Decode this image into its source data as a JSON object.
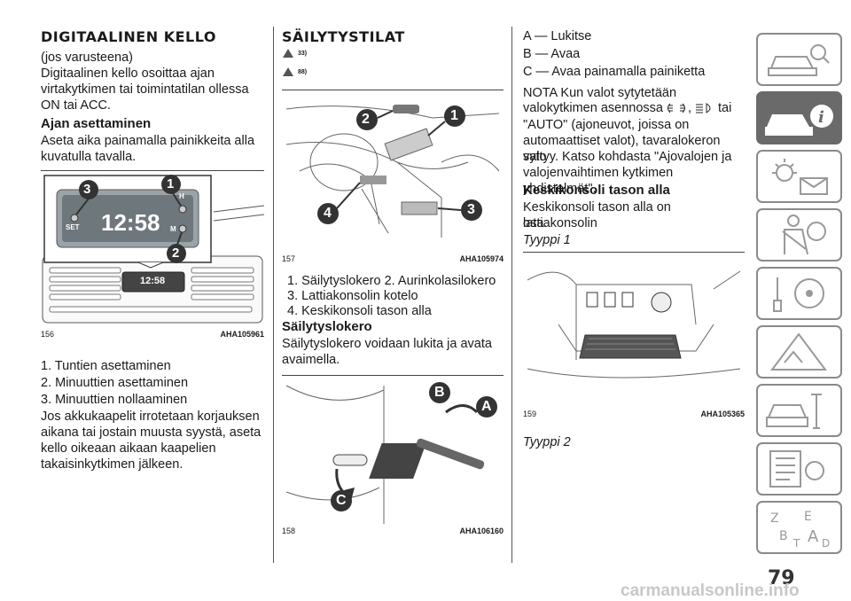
{
  "left": {
    "title": "DIGITAALINEN KELLO",
    "p1": "(jos varusteena)",
    "p2a": "Digitaalinen kello osoittaa ajan",
    "p2b": "virtakytkimen tai toimintatilan ollessa",
    "p2c": "ON tai ACC.",
    "h_set": "Ajan asettaminen",
    "p3a": "Aseta aika painamalla painikkeita alla",
    "p3b": "kuvatulla tavalla.",
    "fig_num": "156",
    "fig_code": "AHA105961",
    "clock_big": "12:58",
    "clock_small": "12:58",
    "set_label": "SET",
    "h_label": "H",
    "m_label": "M",
    "c1": "3",
    "c2": "1",
    "c3": "2",
    "li1": "1. Tuntien asettaminen",
    "li2": "2. Minuuttien asettaminen",
    "li3": "3. Minuuttien nollaaminen",
    "p4a": "Jos akkukaapelit irrotetaan korjauksen",
    "p4b": "aikana tai jostain muusta syystä, aseta",
    "p4c": "kello oikeaan aikaan kaapelien",
    "p4d": "takaisinkytkimen jälkeen."
  },
  "middle": {
    "title": "SÄILYTYSTILAT",
    "warn1": "33)",
    "warn2": "88)",
    "fig1_num": "157",
    "fig1_code": "AHA105974",
    "c1": "2",
    "c2": "1",
    "c3": "4",
    "c4": "3",
    "legend1": "1. Säilytyslokero  2. Aurinkolasilokero",
    "legend2": "3. Lattiakonsolin kotelo",
    "legend3": "4. Keskikonsoli tason alla",
    "h_locker": "Säilytyslokero",
    "p_locker_a": "Säilytyslokero voidaan lukita ja avata",
    "p_locker_b": "avaimella.",
    "fig2_num": "158",
    "fig2_code": "AHA106160",
    "lbl_a": "A",
    "lbl_b": "B",
    "lbl_c": "C"
  },
  "right": {
    "a": "A — Lukitse",
    "b": "B — Avaa",
    "c": "C — Avaa painamalla painiketta",
    "note1": "NOTA   Kun valot sytytetään",
    "note2a": "valokytkimen asennossa",
    "note2b": ",",
    "note2c": "tai",
    "note3": "\"AUTO\" (ajoneuvot, joissa on",
    "note4": "automaattiset valot), tavaralokeron valo",
    "note5": "syttyy. Katso kohdasta \"Ajovalojen ja",
    "note6": "valojenvaihtimen kytkimen yhdistelmät\".",
    "h_console": "Keskikonsoli tason alla",
    "p_console_a": "Keskikonsoli tason alla on lattiakonsolin",
    "p_console_b": "osa.",
    "type1": "Tyyppi 1",
    "fig_num": "159",
    "fig_code": "AHA105365",
    "type2": "Tyyppi 2"
  },
  "page_number": "79",
  "watermark": "carmanualsonline.info",
  "sidebar_icons": [
    "car-search-icon",
    "car-info-icon",
    "dashboard-lights-icon",
    "seatbelt-airbag-icon",
    "steering-key-icon",
    "warning-triangle-icon",
    "car-service-icon",
    "specs-list-icon",
    "index-letters-icon"
  ]
}
